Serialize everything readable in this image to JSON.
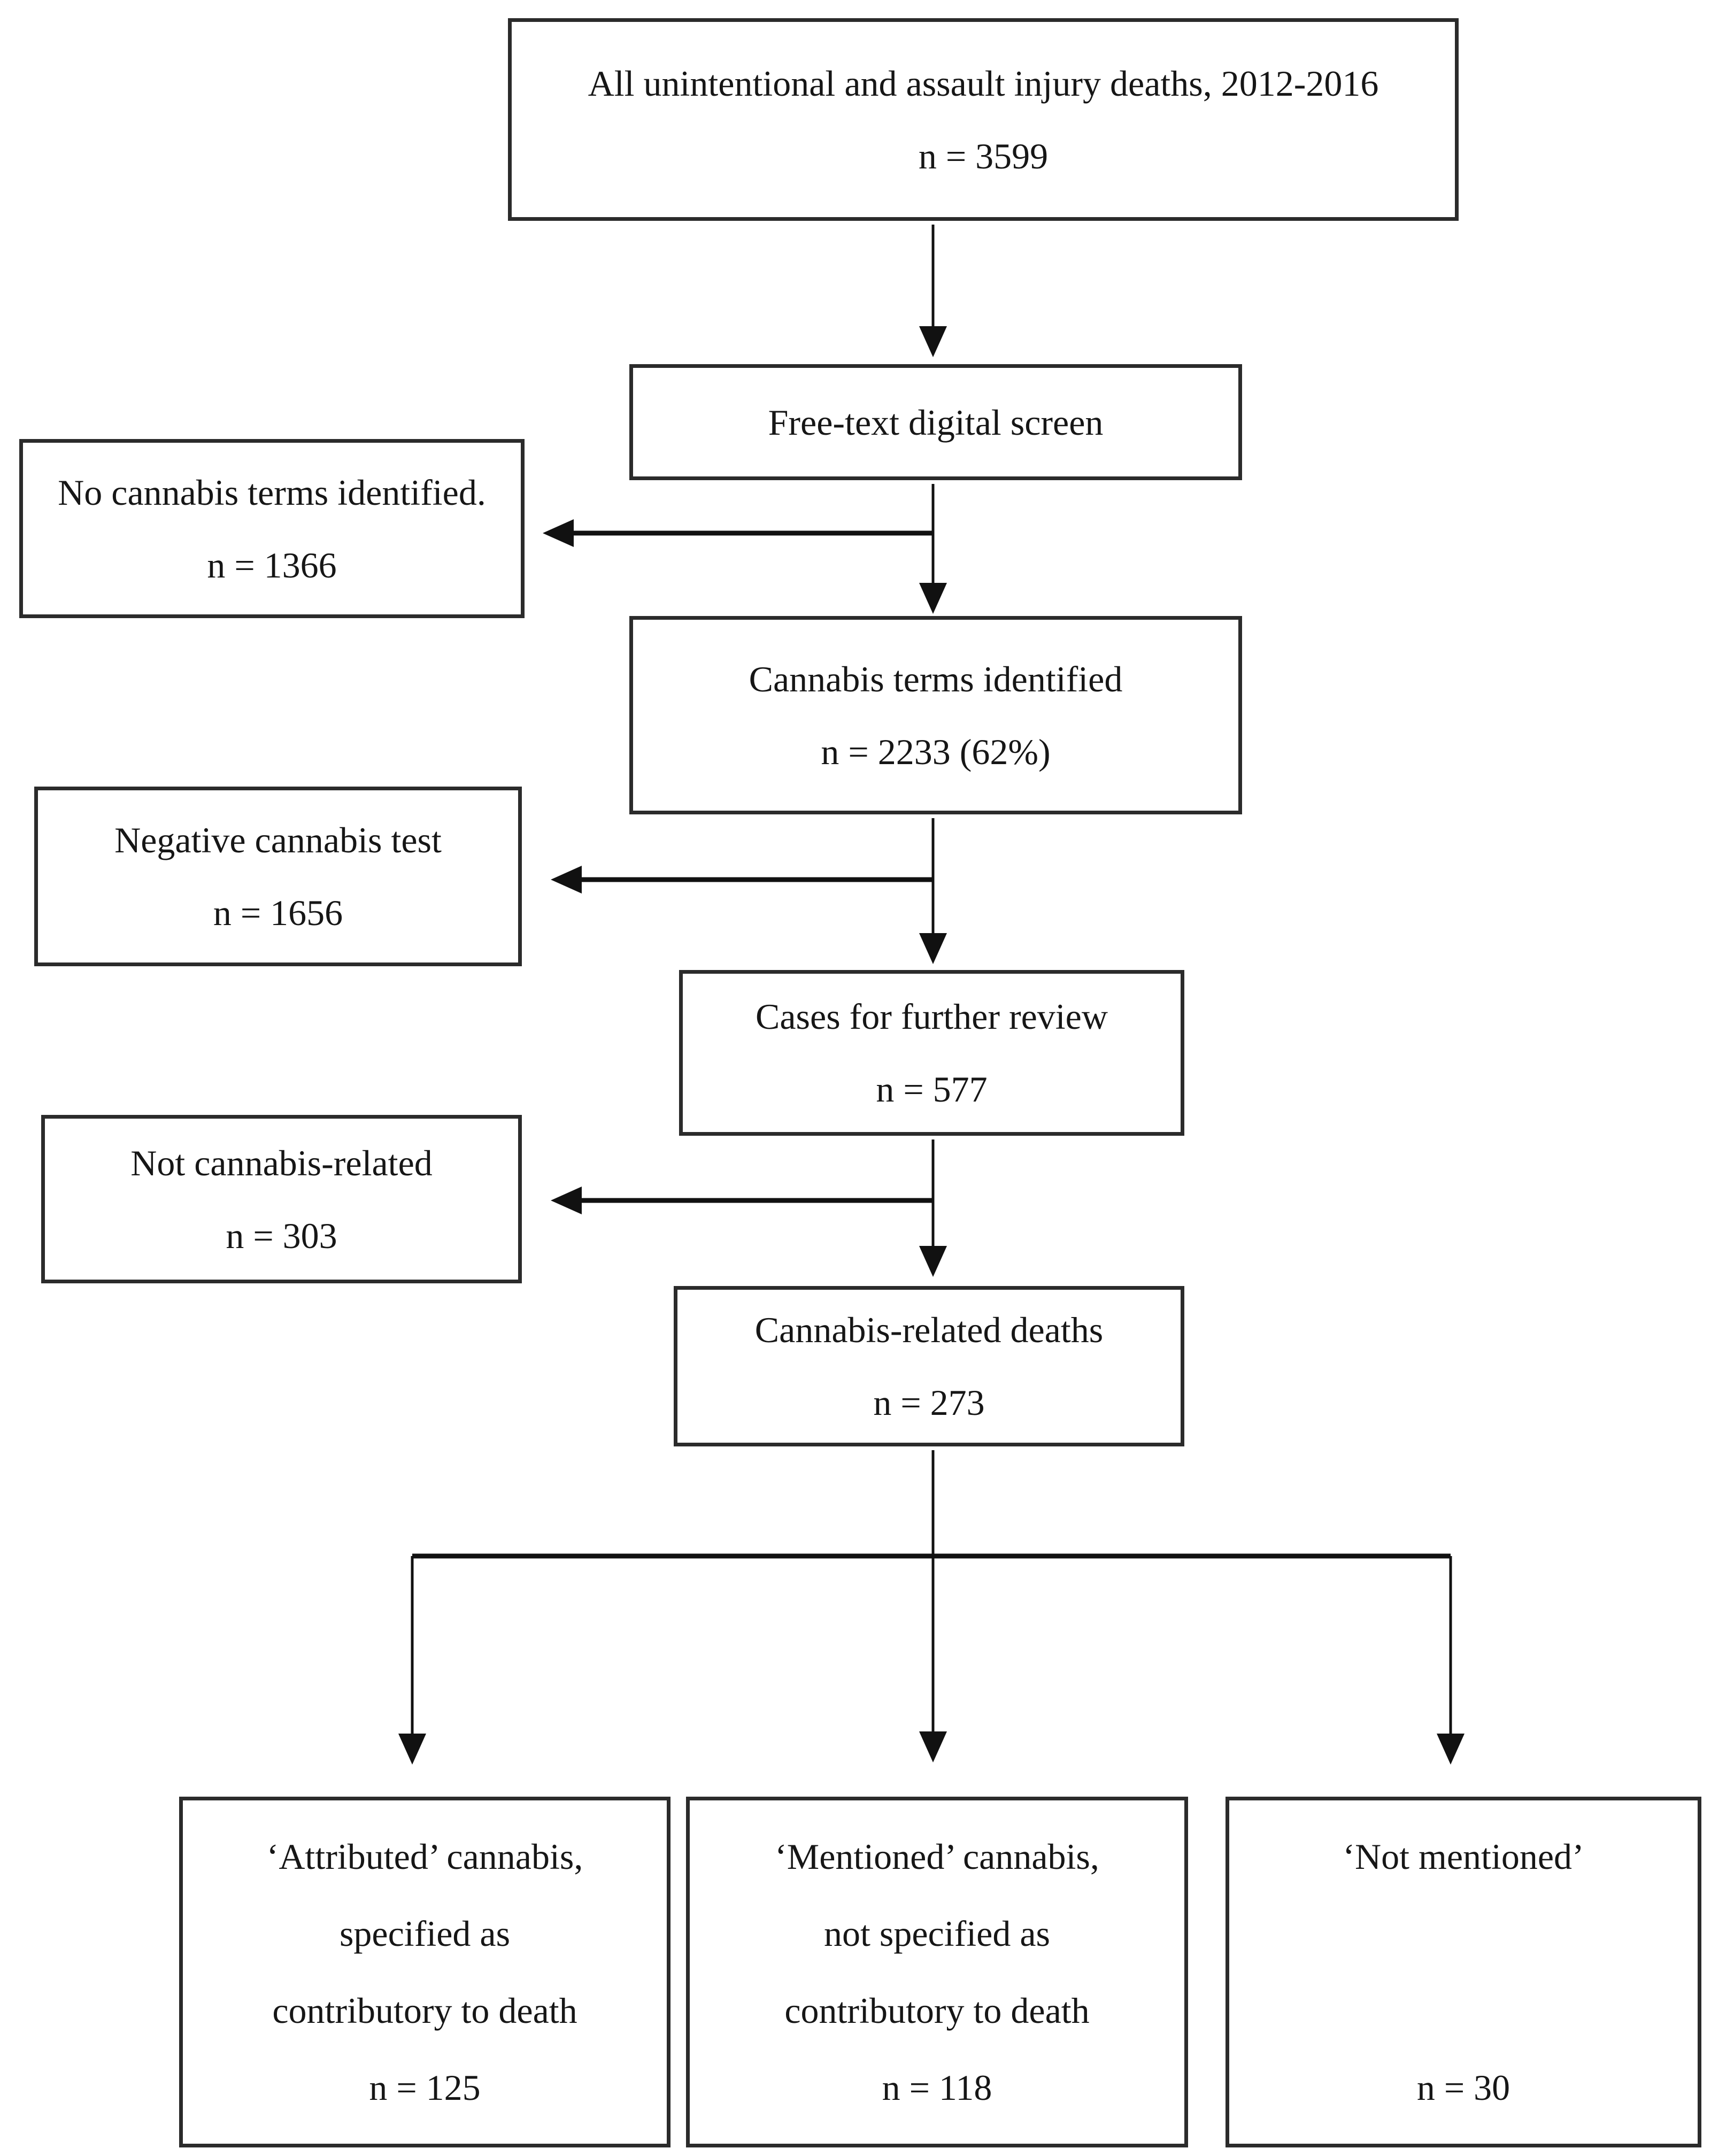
{
  "diagram": {
    "title": "Cannabis-related deaths case-selection flowchart",
    "colors": {
      "box_border": "#2b2b2b",
      "arrow": "#111111",
      "background": "#ffffff",
      "text": "#161616"
    },
    "boxes": {
      "total": {
        "title": "All unintentional and assault injury deaths, 2012-2016",
        "n": "n = 3599"
      },
      "screen": {
        "title": "Free-text digital screen"
      },
      "no_terms": {
        "title": "No cannabis terms identified.",
        "n": "n = 1366"
      },
      "terms": {
        "title": "Cannabis terms identified",
        "n": "n = 2233 (62%)"
      },
      "negative": {
        "title": "Negative cannabis test",
        "n": "n = 1656"
      },
      "review": {
        "title": "Cases for further review",
        "n": "n = 577"
      },
      "not_related": {
        "title": "Not cannabis-related",
        "n": "n = 303"
      },
      "related": {
        "title": "Cannabis-related deaths",
        "n": "n = 273"
      },
      "attributed": {
        "line1": "‘Attributed’ cannabis,",
        "line2": "specified as",
        "line3": "contributory to death",
        "n": "n = 125"
      },
      "mentioned": {
        "line1": "‘Mentioned’ cannabis,",
        "line2": "not specified as",
        "line3": "contributory to death",
        "n": "n = 118"
      },
      "not_mentioned": {
        "line1": "‘Not mentioned’",
        "n": "n = 30"
      }
    }
  }
}
